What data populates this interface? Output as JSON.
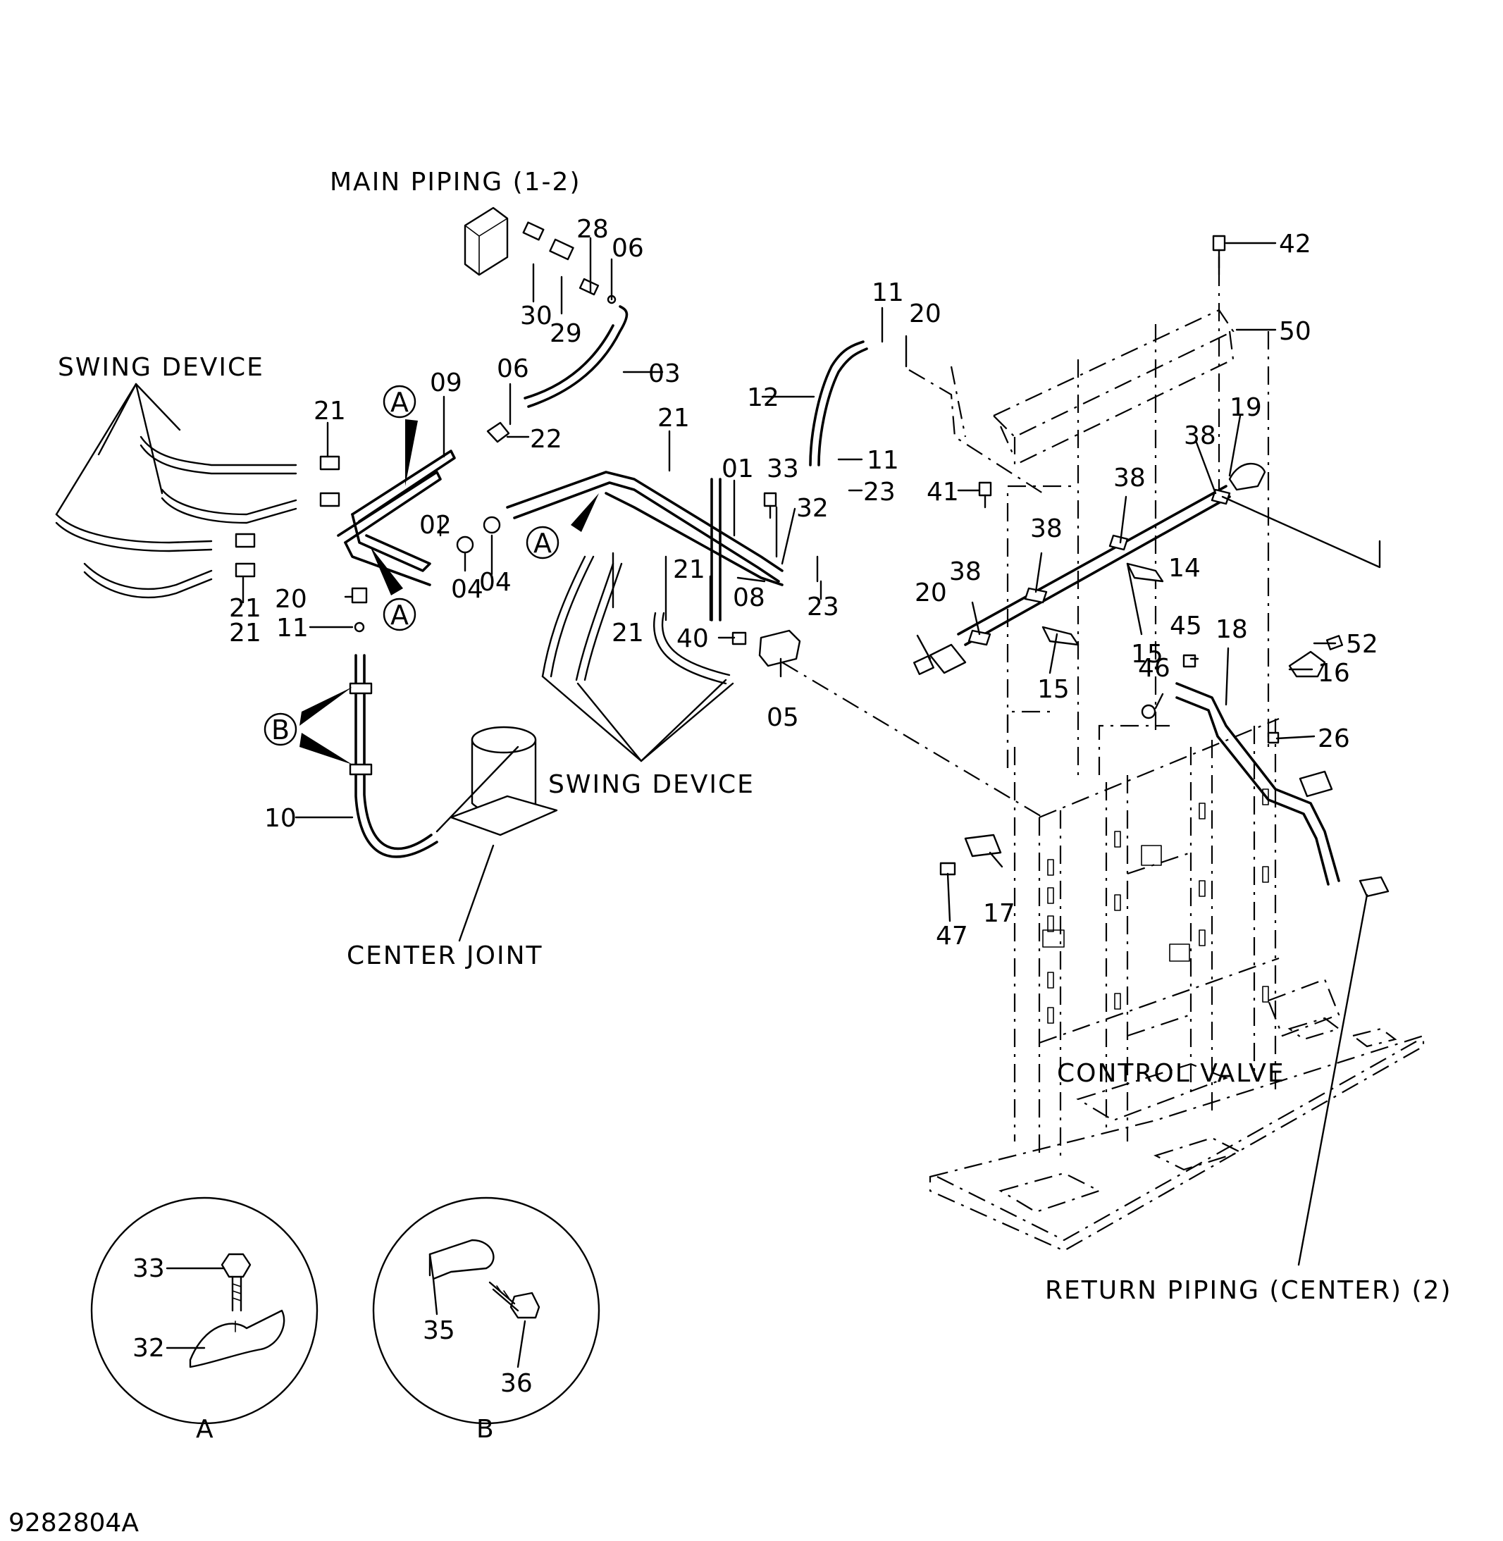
{
  "labels": {
    "main_piping": "MAIN  PIPING (1-2)",
    "swing_device_top": "SWING  DEVICE",
    "swing_device_bottom": "SWING  DEVICE",
    "center_joint": "CENTER  JOINT",
    "control_valve": "CONTROL  VALVE",
    "return_piping": "RETURN  PIPING  (CENTER) (2)",
    "drawing_code": "9282804A"
  },
  "part_numbers": [
    "42",
    "50",
    "28",
    "06",
    "30",
    "29",
    "11",
    "20",
    "03",
    "06",
    "22",
    "09",
    "21",
    "12",
    "21",
    "01",
    "33",
    "32",
    "11",
    "23",
    "41",
    "19",
    "38",
    "38",
    "38",
    "14",
    "02",
    "04",
    "04",
    "21",
    "21",
    "21",
    "40",
    "08",
    "23",
    "15",
    "15",
    "20",
    "38",
    "45",
    "18",
    "52",
    "16",
    "46",
    "26",
    "05",
    "20",
    "11",
    "21",
    "10",
    "17",
    "47"
  ],
  "callout_letters": [
    "A",
    "A",
    "A",
    "B"
  ],
  "detail_views": {
    "A": {
      "caption": "A",
      "parts": [
        "33",
        "32"
      ]
    },
    "B": {
      "caption": "B",
      "parts": [
        "35",
        "36"
      ]
    }
  }
}
